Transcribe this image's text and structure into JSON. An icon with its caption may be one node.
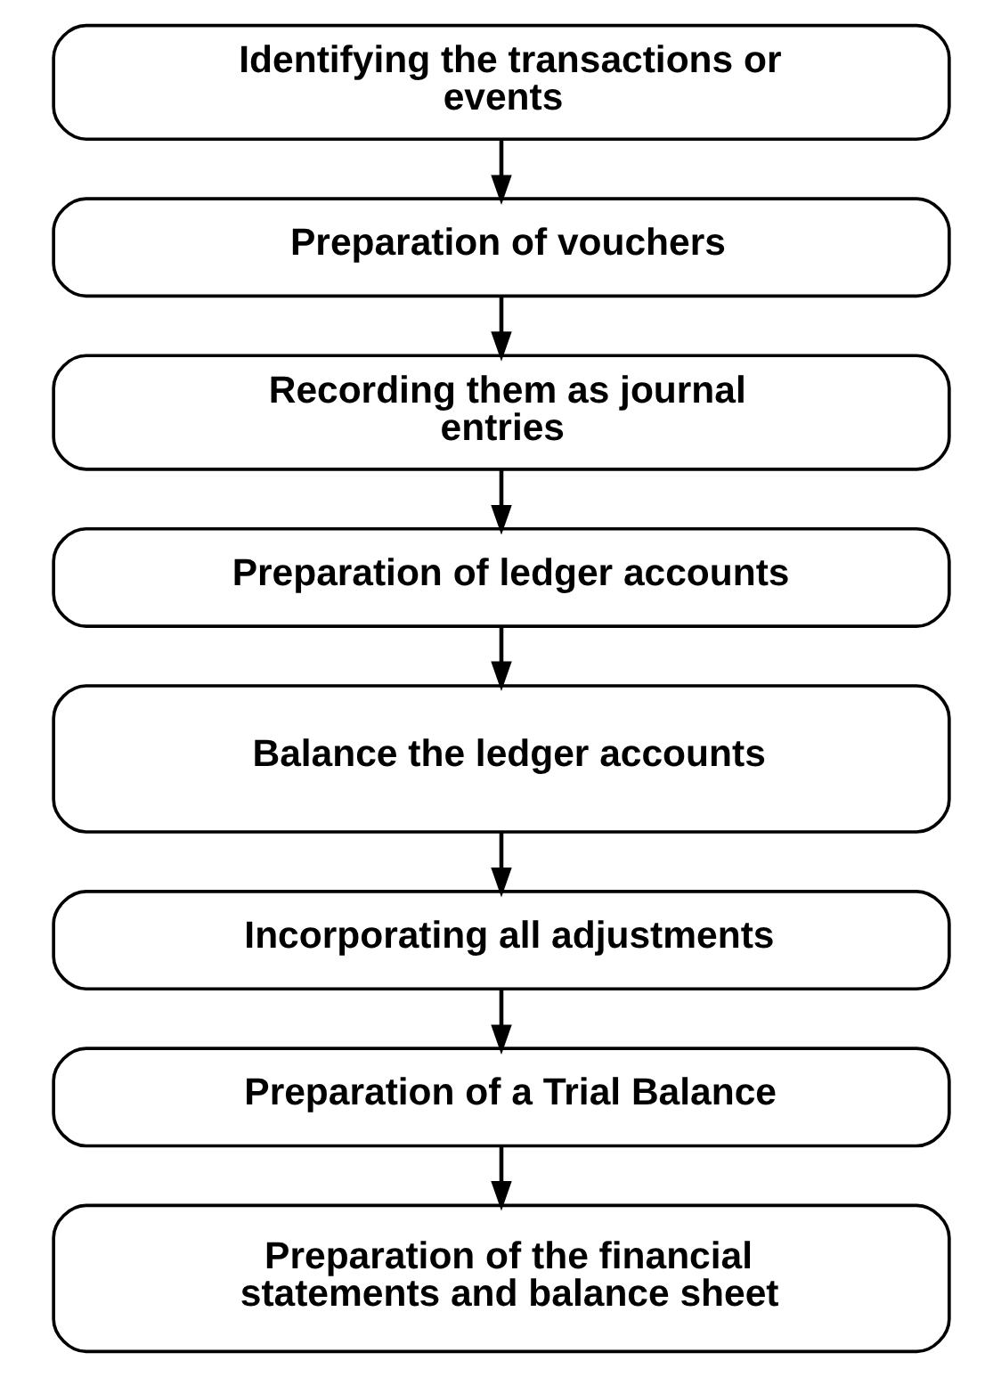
{
  "diagram": {
    "nodes": [
      {
        "text": [
          "Identifying the transactions or events"
        ]
      },
      {
        "text": [
          "Preparation of vouchers"
        ]
      },
      {
        "text": [
          "Recording them as journal entries"
        ]
      },
      {
        "text": [
          "Preparation of ledger accounts"
        ]
      },
      {
        "text": [
          "Balance the ledger accounts"
        ]
      },
      {
        "text": [
          "Incorporating all adjustments"
        ]
      },
      {
        "text": [
          "Preparation of a Trial Balance"
        ]
      },
      {
        "text": [
          "Preparation of the financial statements and balance sheet"
        ]
      }
    ],
    "edges": [
      {
        "from": 0,
        "to": 1,
        "arrow": "to"
      },
      {
        "from": 1,
        "to": 2,
        "arrow": "to"
      },
      {
        "from": 2,
        "to": 3,
        "arrow": "to"
      },
      {
        "from": 3,
        "to": 4,
        "arrow": "to"
      },
      {
        "from": 4,
        "to": 5,
        "arrow": "to"
      },
      {
        "from": 5,
        "to": 6,
        "arrow": "to"
      },
      {
        "from": 6,
        "to": 7,
        "arrow": "to"
      }
    ]
  }
}
